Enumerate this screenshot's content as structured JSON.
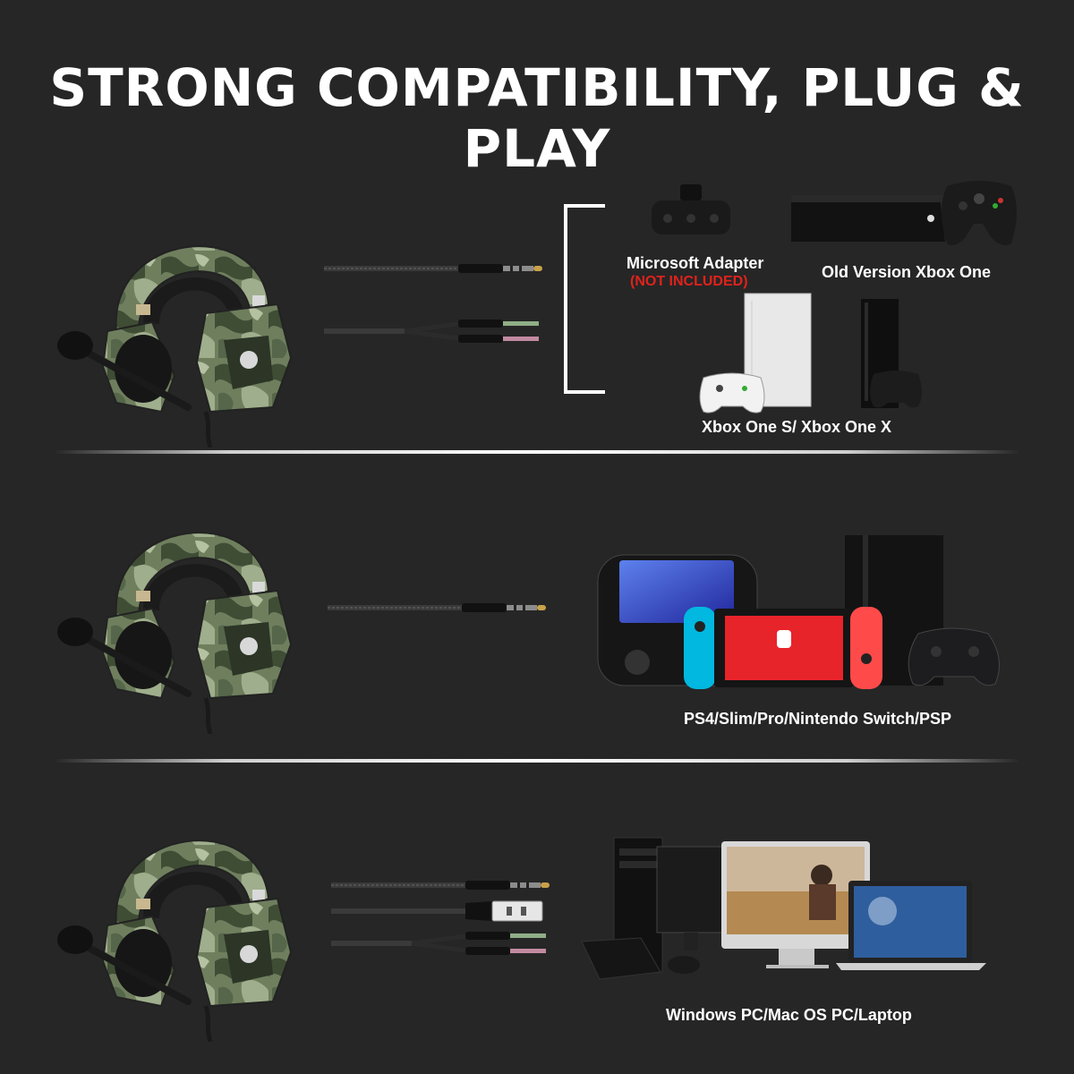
{
  "heading": "STRONG COMPATIBILITY, PLUG & PLAY",
  "sections": [
    {
      "devices": [
        {
          "label": "Microsoft Adapter",
          "note": "(NOT INCLUDED)"
        },
        {
          "label": "Old Version Xbox One"
        },
        {
          "label": "Xbox One S/ Xbox One X"
        }
      ]
    },
    {
      "devices": [
        {
          "label": "PS4/Slim/Pro/Nintendo Switch/PSP"
        }
      ]
    },
    {
      "devices": [
        {
          "label": "Windows PC/Mac OS PC/Laptop"
        }
      ]
    }
  ],
  "colors": {
    "background": "#262626",
    "note": "#e0221c",
    "camo_light": "#8a9a78",
    "camo_dark": "#3f4d35"
  }
}
